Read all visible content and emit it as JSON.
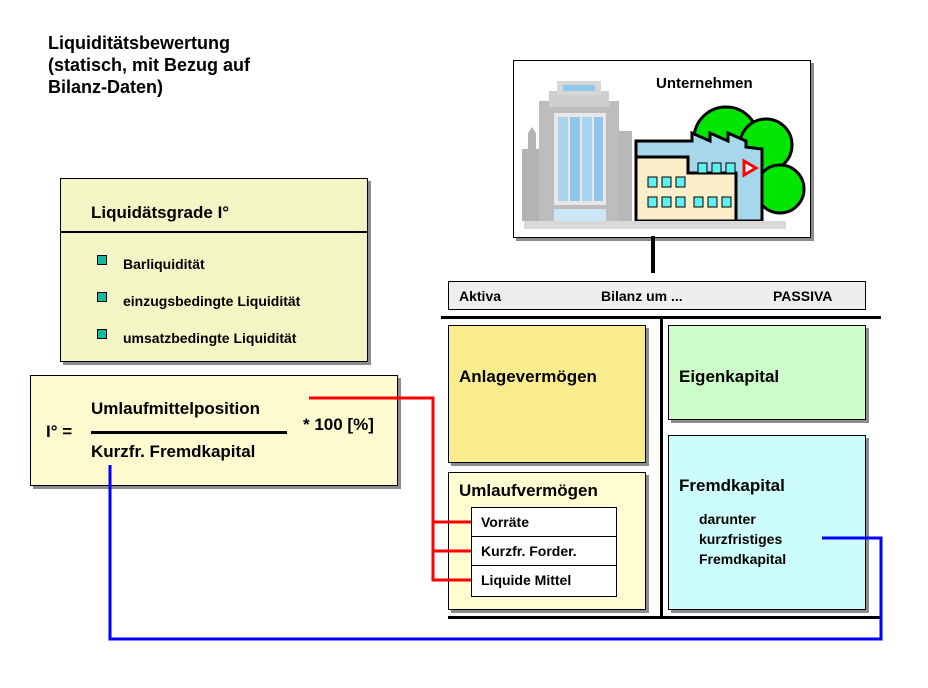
{
  "title": {
    "lines": [
      "Liquiditätsbewertung",
      "(statisch, mit Bezug auf",
      "Bilanz-Daten)"
    ]
  },
  "grade_box": {
    "heading": "Liquidätsgrade I°",
    "items": [
      "Barliquidität",
      "einzugsbedingte Liquidität",
      "umsatzbedingte Liquidität"
    ],
    "bullet_color": "#16b99a"
  },
  "formula": {
    "lhs": "I° =",
    "numerator": "Umlaufmittelposition",
    "denominator": "Kurzfr. Fremdkapital",
    "multiplier": "* 100 [%]"
  },
  "company": {
    "label": "Unternehmen",
    "icon": "company-buildings-icon"
  },
  "balance": {
    "header_left": "Aktiva",
    "header_center": "Bilanz um ...",
    "header_right": "PASSIVA",
    "anlage": "Anlagevermögen",
    "eigen": "Eigenkapital",
    "umlauf": "Umlaufvermögen",
    "umlauf_items": [
      "Vorräte",
      "Kurzfr. Forder.",
      "Liquide Mittel"
    ],
    "fremd": "Fremdkapital",
    "fremd_sub": [
      "darunter",
      "kurzfristiges",
      "Fremdkapital"
    ]
  },
  "colors": {
    "connector_red": "#ff0000",
    "connector_blue": "#0000ff",
    "anlage_fill": "#f8ec8c",
    "eigen_fill": "#ccfcc8",
    "umlauf_fill": "#fffcd2",
    "fremd_fill": "#ccfcfc"
  }
}
